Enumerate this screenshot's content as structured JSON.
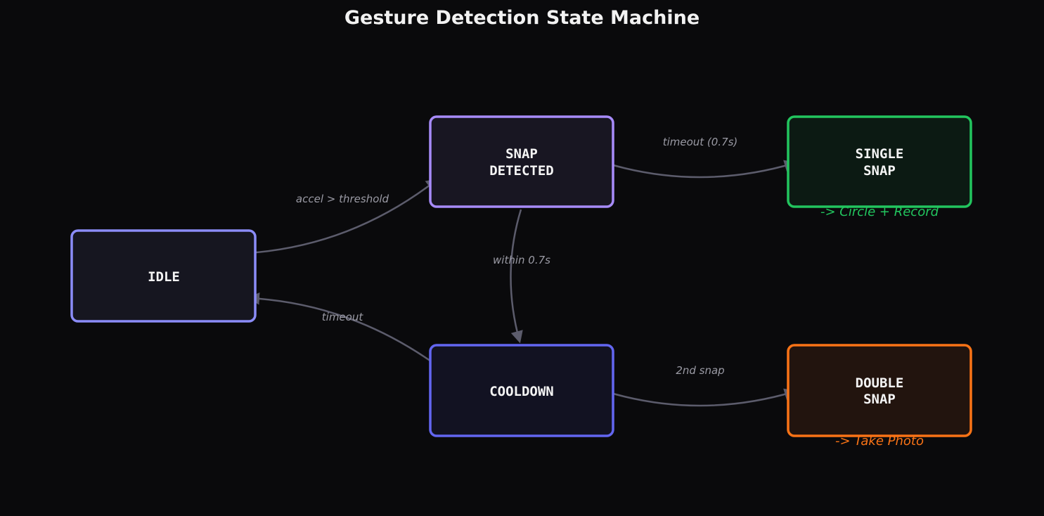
{
  "title": "Gesture Detection State Machine",
  "states": {
    "idle": {
      "line1": "IDLE",
      "line2": "",
      "border": "#8b8cf8",
      "fill": "#161620"
    },
    "snap_detected": {
      "line1": "SNAP",
      "line2": "DETECTED",
      "border": "#a78bfa",
      "fill": "#181622"
    },
    "cooldown": {
      "line1": "COOLDOWN",
      "line2": "",
      "border": "#6366f1",
      "fill": "#121222"
    },
    "single_snap": {
      "line1": "SINGLE",
      "line2": "SNAP",
      "border": "#22c55e",
      "fill": "#0c1a13"
    },
    "double_snap": {
      "line1": "DOUBLE",
      "line2": "SNAP",
      "border": "#f97316",
      "fill": "#22140e"
    }
  },
  "transitions": {
    "idle_to_snap": "accel > threshold",
    "snap_to_single": "timeout (0.7s)",
    "snap_to_cooldown": "within 0.7s",
    "cooldown_to_idle": "timeout",
    "cooldown_to_double": "2nd snap"
  },
  "notes": {
    "single": {
      "text": "-> Circle + Record",
      "color": "#22c55e"
    },
    "double": {
      "text": "-> Take Photo",
      "color": "#f97316"
    }
  },
  "edge_color": "#5c5c6c"
}
